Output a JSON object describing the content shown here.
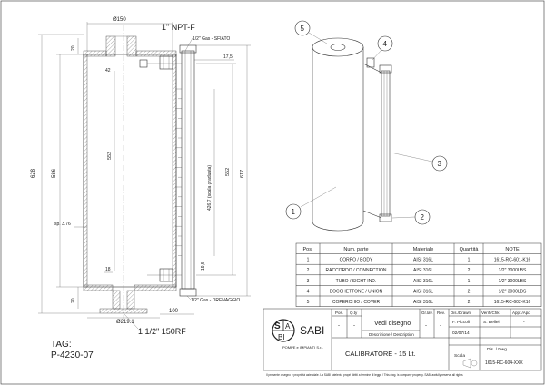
{
  "drawing": {
    "npt_label": "1\" NPT-F",
    "dia_top": "Ø150",
    "dia_bottom": "Ø219.1",
    "flange": "1 1/2\" 150RF",
    "top_connection": "1/2\" Gas - SFIATO",
    "bottom_connection": "1/2\" Gas - DRENAGGIO",
    "dim_628": "628",
    "dim_586": "586",
    "dim_20_top": "20",
    "dim_20_bottom": "20",
    "dim_18": "18",
    "dim_552": "552",
    "dim_552_right": "552",
    "dim_617": "617",
    "dim_17_5": "17,5",
    "dim_19_5": "19,5",
    "dim_426": "426,7 (scala graduata)",
    "dim_100": "100",
    "dim_42": "42",
    "dim_sp": "sp. 3.76",
    "tag_label": "TAG:",
    "tag_value": "P-4230-07"
  },
  "iso_balloons": [
    "5",
    "4",
    "3",
    "1",
    "2"
  ],
  "bom": {
    "headers": [
      "Pos.",
      "Num. parte",
      "Materiale",
      "Quantità",
      "NOTE"
    ],
    "rows": [
      [
        "1",
        "CORPO / BODY",
        "AISI 316L",
        "1",
        "1615-RC-601-K16"
      ],
      [
        "2",
        "RACCORDO / CONNECTION",
        "AISI 316L",
        "2",
        "1/2\" 3000LBS"
      ],
      [
        "3",
        "TUBO / SIGHT IND.",
        "AISI 316L",
        "1",
        "1/2\" 3000LBS"
      ],
      [
        "4",
        "BOCCHETTONE / UNION",
        "AISI 316L",
        "2",
        "1/2\" 3000LBS"
      ],
      [
        "5",
        "COPERCHIO / COVER",
        "AISI 316L",
        "2",
        "1615-RC-602-K16"
      ]
    ]
  },
  "title_block": {
    "logo_s": "S",
    "logo_a": "A",
    "logo_bi": "BI",
    "company": "SABI",
    "company_sub": "POMPE e IMPIANTI S.r.l.",
    "pos_label": "Pos.",
    "qty_label": "Q.ty",
    "pos_val": "-",
    "qty_val": "-",
    "desc_head": "Vedi disegno",
    "desc_label": "Descrizione / Description",
    "title": "CALIBRATORE - 15 Lt.",
    "grlev_label": "Gr.lav.",
    "grlev_val": "-",
    "rev_label": "Rev.",
    "rev_val": "-",
    "drawn_label": "Dis./Drawn",
    "verif_label": "Verif./Chk.",
    "appr_label": "Appr./Apd",
    "drawn_val": "F. Piccoli",
    "verif_val": "S. Bellei",
    "appr_val": "-",
    "date_val": "02/07/14",
    "scale_label": "Scala",
    "dwg_label": "Dis. / Dwg.",
    "dwg_val": "1615-RC-604-XXX",
    "footer": "Il presente disegno è proprietà aziendale. La SABI tutelerà i propri diritti a termine di legge / This dwg. is company property. SABI awfully reserve all rights"
  }
}
